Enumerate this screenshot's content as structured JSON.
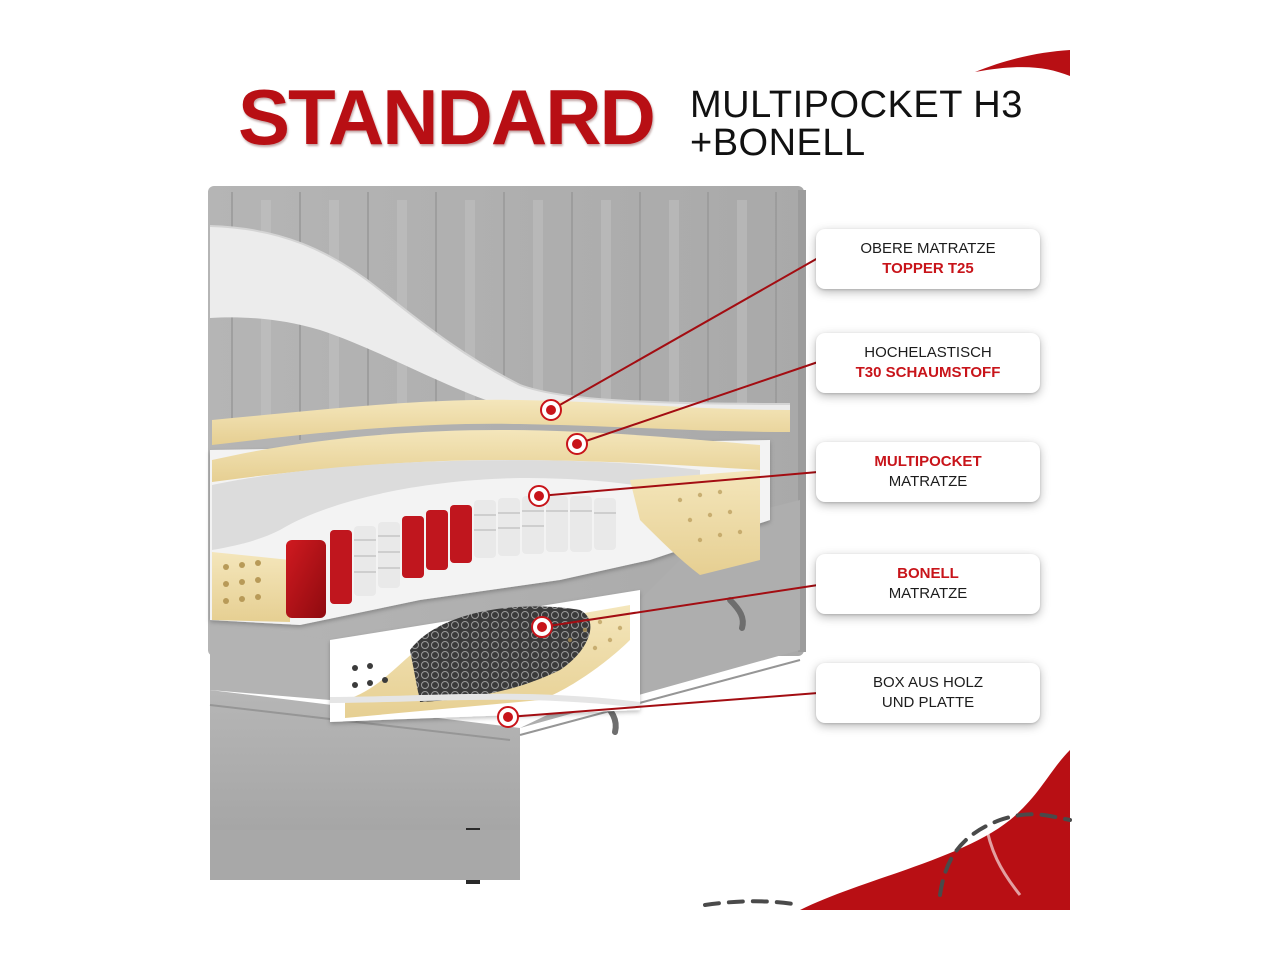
{
  "header": {
    "title": "STANDARD",
    "subtitle_line1": "MULTIPOCKET H3",
    "subtitle_line2": "+BONELL"
  },
  "callouts": [
    {
      "line1": "OBERE MATRATZE",
      "line2": "TOPPER T25"
    },
    {
      "line1": "HOCHELASTISCH",
      "line2": "T30 SCHAUMSTOFF"
    },
    {
      "line1": "MULTIPOCKET",
      "line2": "MATRATZE"
    },
    {
      "line1": "BONELL",
      "line2": "MATRATZE"
    },
    {
      "line1": "BOX AUS HOLZ",
      "line2": "UND PLATTE"
    }
  ],
  "colors": {
    "accent": "#b80f14",
    "fabric": "#b9b9b9",
    "foam": "#f0dca6",
    "pocket_red": "#c0161e",
    "pocket_white": "#e9e9e9"
  }
}
